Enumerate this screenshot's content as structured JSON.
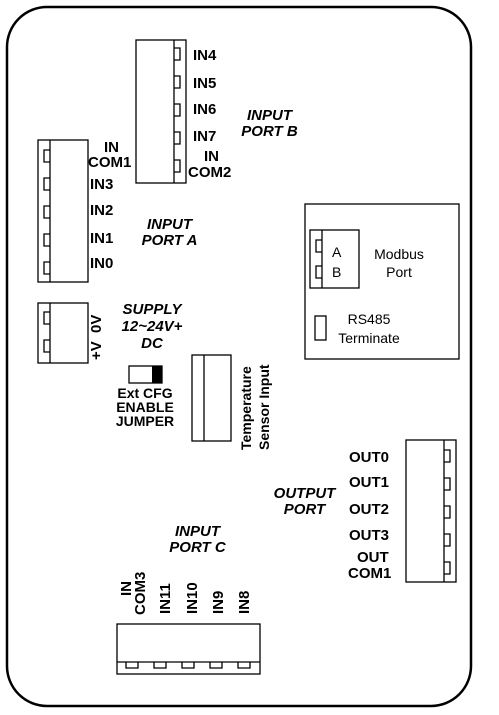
{
  "port_b": {
    "pins": [
      "IN4",
      "IN5",
      "IN6",
      "IN7"
    ],
    "com_line1": "IN",
    "com_line2": "COM2",
    "title_line1": "INPUT",
    "title_line2": "PORT B"
  },
  "port_a": {
    "com_line1": "IN",
    "com_line2": "COM1",
    "pins": [
      "IN3",
      "IN2",
      "IN1",
      "IN0"
    ],
    "title_line1": "INPUT",
    "title_line2": "PORT A"
  },
  "modbus": {
    "pin_a": "A",
    "pin_b": "B",
    "label_line1": "Modbus",
    "label_line2": "Port",
    "rs485_line1": "RS485",
    "rs485_line2": "Terminate"
  },
  "supply": {
    "pin_pos": "+V",
    "pin_neg": "0V",
    "title_line1": "SUPPLY",
    "title_line2": "12~24V+",
    "title_line3": "DC"
  },
  "jumper": {
    "line1": "Ext CFG",
    "line2": "ENABLE",
    "line3": "JUMPER"
  },
  "sensor": {
    "line1": "Temperature",
    "line2": "Sensor Input"
  },
  "output": {
    "pins": [
      "OUT0",
      "OUT1",
      "OUT2",
      "OUT3"
    ],
    "com_line1": "OUT",
    "com_line2": "COM1",
    "title_line1": "OUTPUT",
    "title_line2": "PORT"
  },
  "port_c": {
    "title_line1": "INPUT",
    "title_line2": "PORT C",
    "com_line1": "IN",
    "com_line2": "COM3",
    "pins": [
      "IN11",
      "IN10",
      "IN9",
      "IN8"
    ]
  }
}
